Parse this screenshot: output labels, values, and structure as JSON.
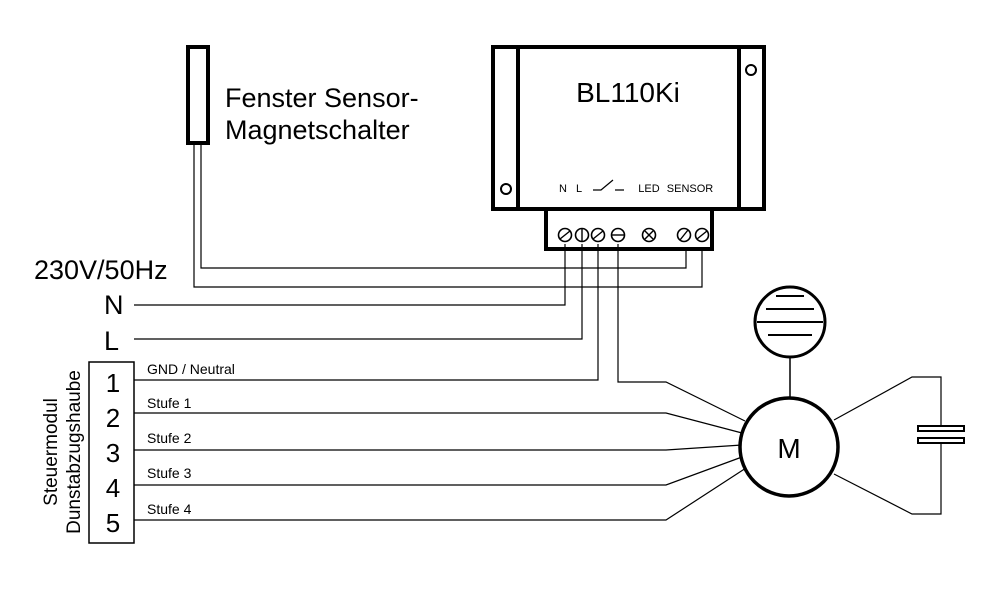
{
  "sensor": {
    "label_line1": "Fenster Sensor-",
    "label_line2": "Magnetschalter"
  },
  "controller": {
    "name": "BL110Ki",
    "terminal_labels": {
      "n": "N",
      "l": "L",
      "led": "LED",
      "sensor": "SENSOR"
    }
  },
  "supply": {
    "voltage": "230V/50Hz",
    "neutral": "N",
    "live": "L"
  },
  "module": {
    "title_line1": "Steuermodul",
    "title_line2": "Dunstabzugshaube",
    "terminals": [
      "1",
      "2",
      "3",
      "4",
      "5"
    ],
    "wire_labels": [
      "GND / Neutral",
      "Stufe 1",
      "Stufe 2",
      "Stufe 3",
      "Stufe 4"
    ]
  },
  "motor": {
    "label": "M"
  },
  "icons": [
    "fan-icon",
    "motor-icon",
    "capacitor-icon",
    "switch-icon",
    "screw-terminal-icon"
  ]
}
